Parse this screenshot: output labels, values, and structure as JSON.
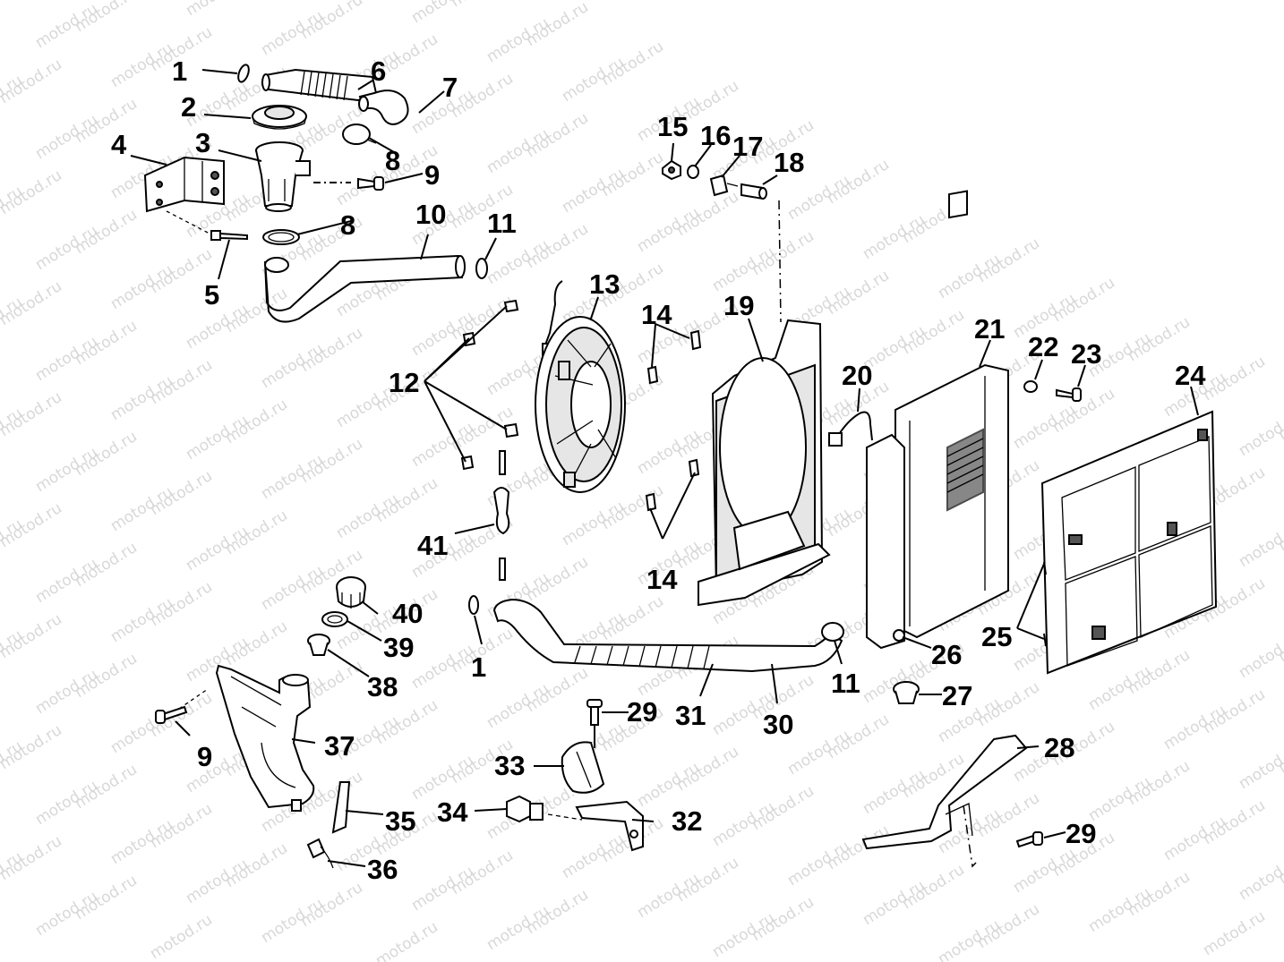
{
  "watermark": "motod.ru",
  "callouts": [
    {
      "id": "1a",
      "text": "1"
    },
    {
      "id": "1b",
      "text": "1"
    },
    {
      "id": "2",
      "text": "2"
    },
    {
      "id": "3",
      "text": "3"
    },
    {
      "id": "4",
      "text": "4"
    },
    {
      "id": "5",
      "text": "5"
    },
    {
      "id": "6",
      "text": "6"
    },
    {
      "id": "7",
      "text": "7"
    },
    {
      "id": "8a",
      "text": "8"
    },
    {
      "id": "8b",
      "text": "8"
    },
    {
      "id": "9a",
      "text": "9"
    },
    {
      "id": "9b",
      "text": "9"
    },
    {
      "id": "10",
      "text": "10"
    },
    {
      "id": "11a",
      "text": "11"
    },
    {
      "id": "11b",
      "text": "11"
    },
    {
      "id": "12",
      "text": "12"
    },
    {
      "id": "13",
      "text": "13"
    },
    {
      "id": "14a",
      "text": "14"
    },
    {
      "id": "14b",
      "text": "14"
    },
    {
      "id": "15",
      "text": "15"
    },
    {
      "id": "16",
      "text": "16"
    },
    {
      "id": "17",
      "text": "17"
    },
    {
      "id": "18",
      "text": "18"
    },
    {
      "id": "19",
      "text": "19"
    },
    {
      "id": "20",
      "text": "20"
    },
    {
      "id": "21",
      "text": "21"
    },
    {
      "id": "22",
      "text": "22"
    },
    {
      "id": "23",
      "text": "23"
    },
    {
      "id": "24",
      "text": "24"
    },
    {
      "id": "25",
      "text": "25"
    },
    {
      "id": "26",
      "text": "26"
    },
    {
      "id": "27",
      "text": "27"
    },
    {
      "id": "28",
      "text": "28"
    },
    {
      "id": "29a",
      "text": "29"
    },
    {
      "id": "29b",
      "text": "29"
    },
    {
      "id": "30",
      "text": "30"
    },
    {
      "id": "31",
      "text": "31"
    },
    {
      "id": "32",
      "text": "32"
    },
    {
      "id": "33",
      "text": "33"
    },
    {
      "id": "34",
      "text": "34"
    },
    {
      "id": "35",
      "text": "35"
    },
    {
      "id": "36",
      "text": "36"
    },
    {
      "id": "37",
      "text": "37"
    },
    {
      "id": "38",
      "text": "38"
    },
    {
      "id": "39",
      "text": "39"
    },
    {
      "id": "40",
      "text": "40"
    },
    {
      "id": "41",
      "text": "41"
    }
  ]
}
